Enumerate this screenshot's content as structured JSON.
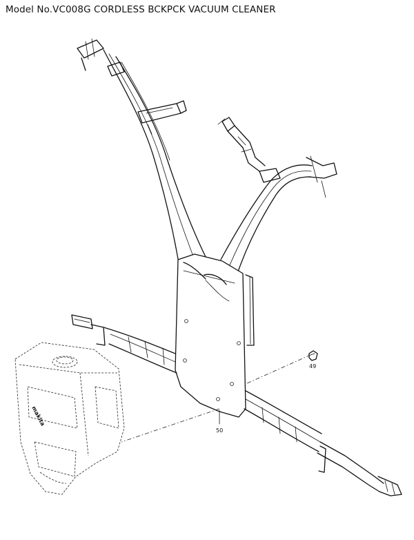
{
  "header": {
    "title": "Model No.VC008G CORDLESS BCKPCK VACUUM CLEANER"
  },
  "callouts": [
    {
      "label": "49",
      "part": "screw"
    },
    {
      "label": "50",
      "part": "shoulder harness assembly"
    }
  ],
  "tank": {
    "brand_mark": "makita"
  }
}
